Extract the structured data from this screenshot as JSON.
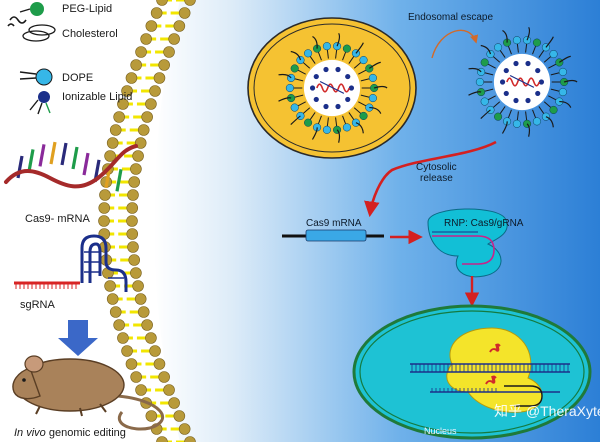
{
  "legend": {
    "items": [
      {
        "key": "peg",
        "label": "PEG-Lipid"
      },
      {
        "key": "chol",
        "label": "Cholesterol"
      },
      {
        "key": "dope",
        "label": "DOPE"
      },
      {
        "key": "ion",
        "label": "Ionizable Lipid"
      }
    ]
  },
  "left_panel": {
    "mrna_label": "Cas9- mRNA",
    "sgrna_label": "sgRNA",
    "mouse_caption_italic": "In vivo",
    "mouse_caption_rest": " genomic editing"
  },
  "flow": {
    "endosomal_escape": "Endosomal escape",
    "cytosolic_line1": "Cytosolic",
    "cytosolic_line2": "release",
    "cas9_mrna": "Cas9 mRNA",
    "rnp_label": "RNP: Cas9/gRNA",
    "nucleus_label": "Nucleus"
  },
  "watermark": "知乎 @TheraXyte",
  "colors": {
    "bg_blue": "#2c7fd6",
    "lipid_head": "#b89a3a",
    "lipid_tail": "#f2e600",
    "endosome_fill": "#f5c232",
    "dope_teal": "#36b7e8",
    "peg_green": "#1e9c4a",
    "arrow_red": "#d42020",
    "rnp_cyan": "#12bfd6",
    "mrna_blue": "#3aa8e6",
    "yellow_cas9": "#f4e42a",
    "helix_red": "#d12a2a",
    "mouse_brown": "#a9825a"
  }
}
